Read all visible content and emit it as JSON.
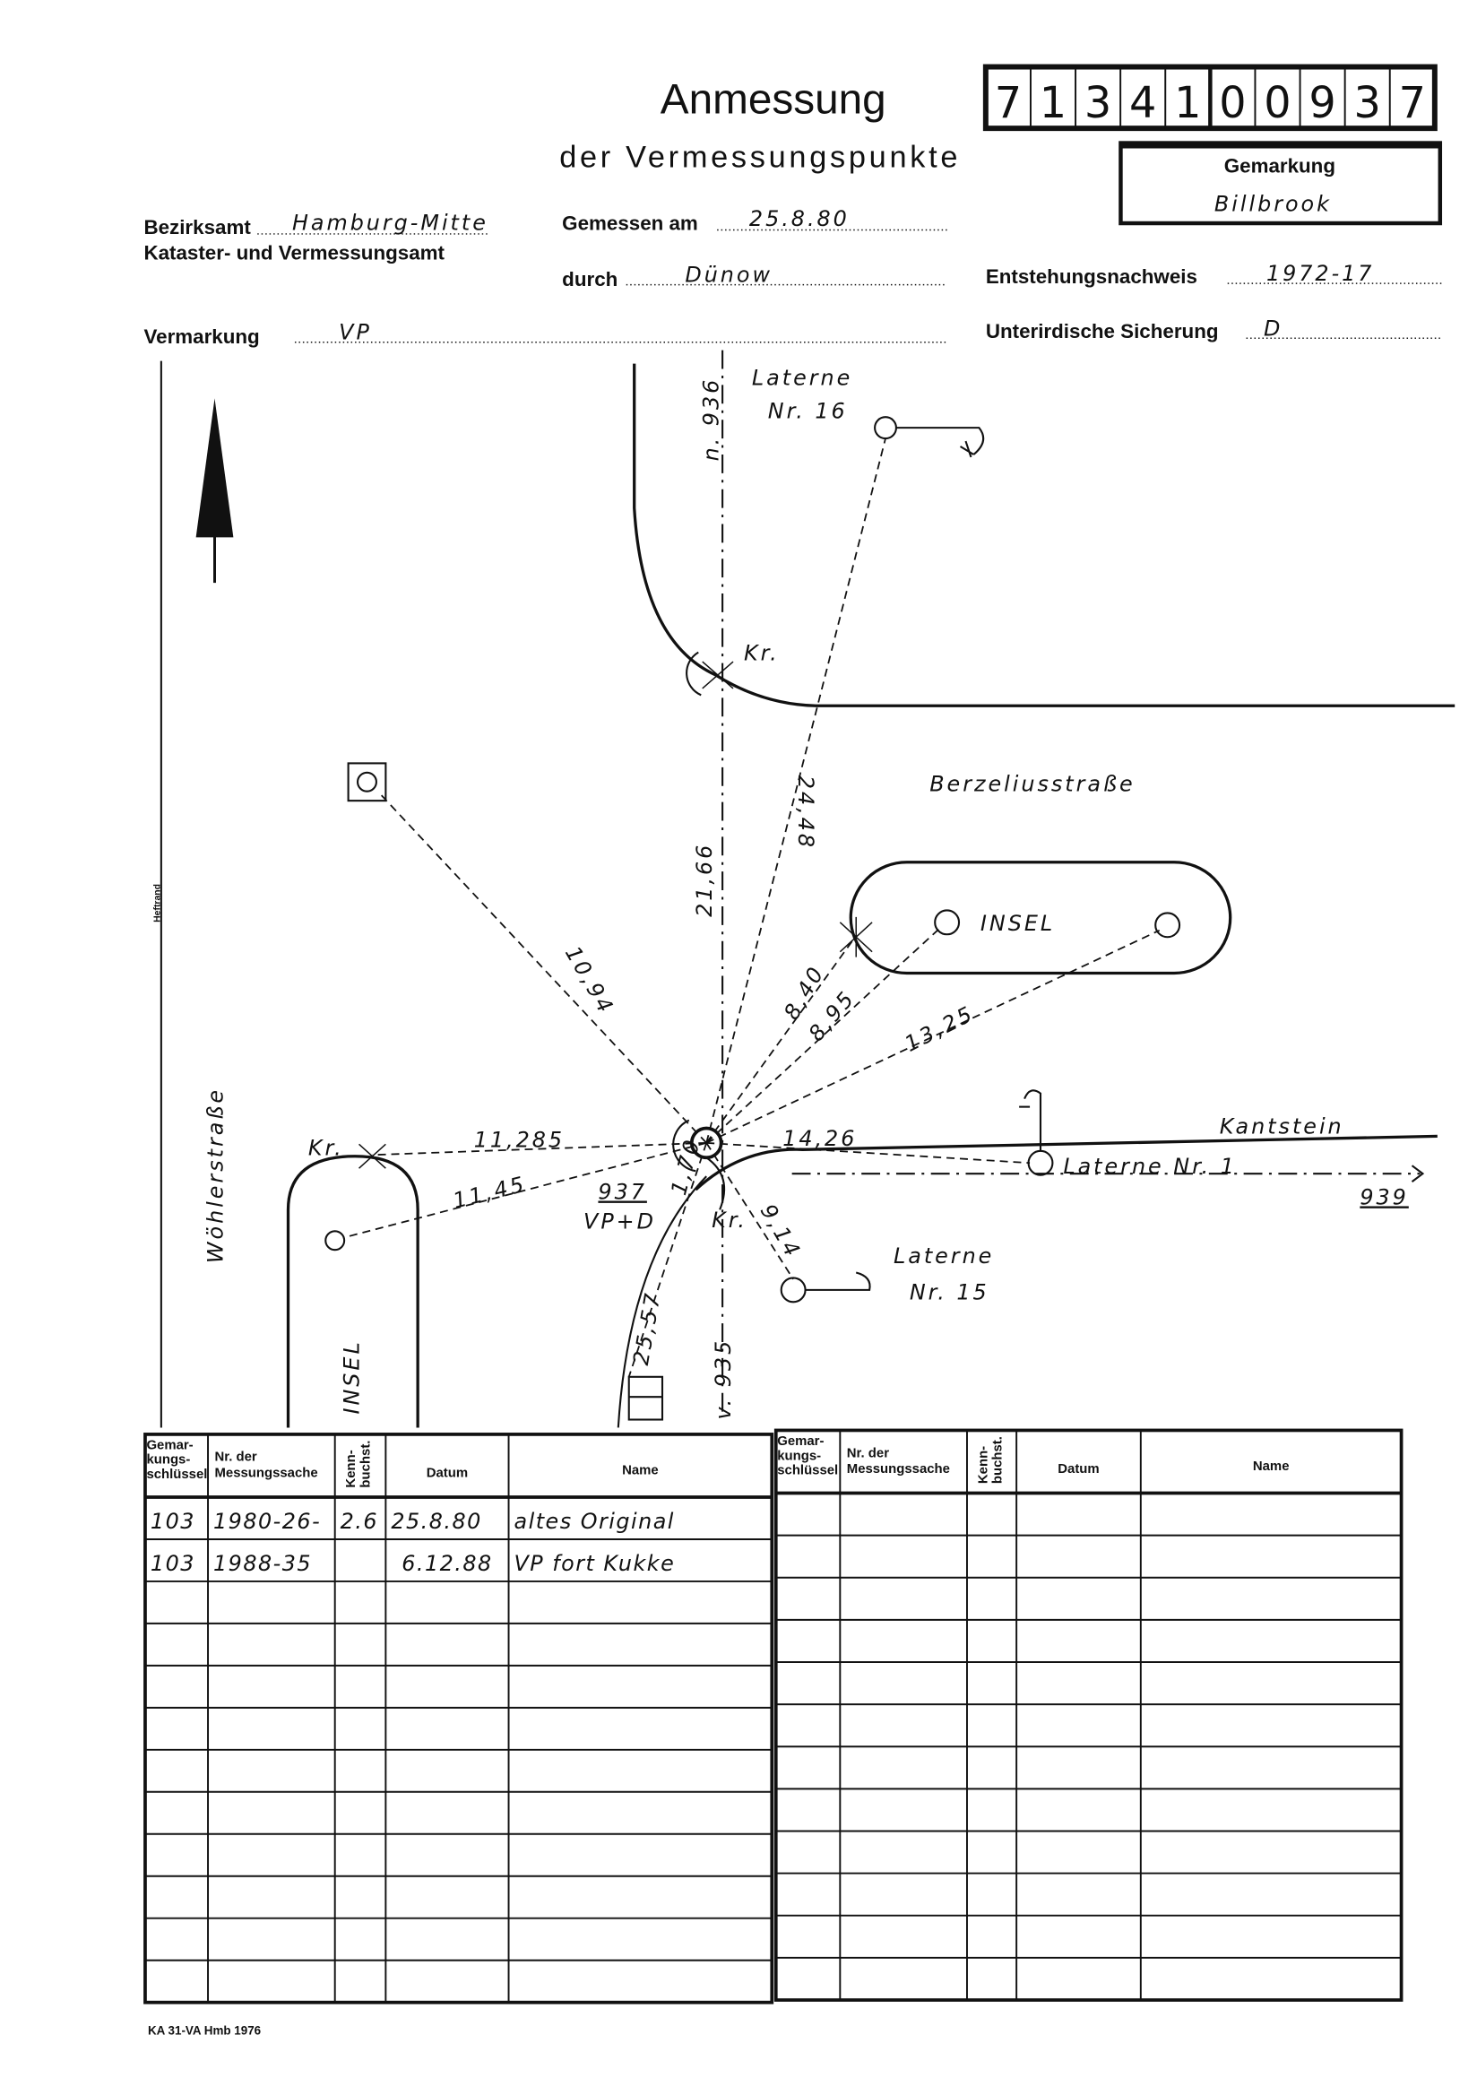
{
  "header": {
    "title": "Anmessung",
    "subtitle": "der Vermessungspunkte",
    "point_number_digits": [
      "7",
      "1",
      "3",
      "4",
      "1",
      "0",
      "0",
      "9",
      "3",
      "7"
    ],
    "gemarkung_label": "Gemarkung",
    "gemarkung_value": "Billbrook"
  },
  "fields": {
    "bezirksamt_label": "Bezirksamt",
    "bezirksamt_value": "Hamburg-Mitte",
    "kataster_label": "Kataster- und Vermessungsamt",
    "gemessen_label": "Gemessen am",
    "gemessen_value": "25.8.80",
    "durch_label": "durch",
    "durch_value": "Dünow",
    "entstehung_label": "Entstehungsnachweis",
    "entstehung_value": "1972-17",
    "vermarkung_label": "Vermarkung",
    "vermarkung_value": "VP",
    "sicherung_label": "Unterirdische Sicherung",
    "sicherung_value": "D"
  },
  "sketch": {
    "heftrand": "Heftrand",
    "street_left": "Wöhlerstraße",
    "street_main": "Berzeliusstraße",
    "point_north": "n. 936",
    "point_south": "v. 935",
    "point_east": "939",
    "point_main": "937",
    "point_main_type": "VP+D",
    "lamp16_line1": "Laterne",
    "lamp16_line2": "Nr. 16",
    "lamp15_line1": "Laterne",
    "lamp15_line2": "Nr. 15",
    "lamp1": "Laterne Nr. 1",
    "kantstein": "Kantstein",
    "island": "INSEL",
    "island_left": "INSEL",
    "kr": "Kr.",
    "measurements": {
      "m2166": "21,66",
      "m2448": "24,48",
      "m1094": "10,94",
      "m840": "8,40",
      "m895": "8,95",
      "m1325": "13,25",
      "m11285": "11,285",
      "m1145": "11,45",
      "m1426": "14,26",
      "m170": "1,70",
      "m914": "9,14",
      "m2557": "25,57"
    }
  },
  "table": {
    "headers": [
      "Gemar-kungs-schlüssel",
      "Nr. der Messungssache",
      "Kenn-buchst.",
      "Datum",
      "Name"
    ],
    "header_lines": {
      "c0": [
        "Gemar-",
        "kungs-",
        "schlüssel"
      ],
      "c1": [
        "Nr. der",
        "Messungssache"
      ],
      "c2": [
        "Kenn-",
        "buchst."
      ]
    },
    "rows_left": [
      [
        "103",
        "1980-26-",
        "2.6",
        "25.8.80",
        "altes Original"
      ],
      [
        "103",
        "1988-35",
        "",
        "6.12.88",
        "VP fort Kukke"
      ]
    ]
  },
  "footer": "KA 31-VA Hmb 1976"
}
